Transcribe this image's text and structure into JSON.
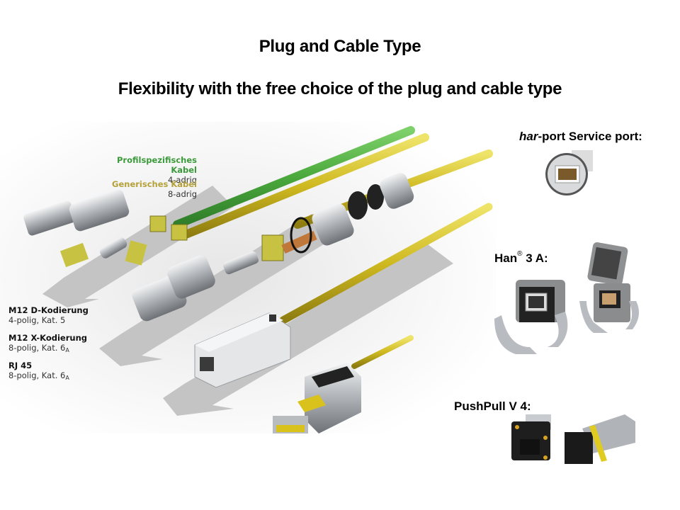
{
  "slide": {
    "title": "Plug and Cable Type",
    "subtitle": "Flexibility with the free choice of the plug and cable type"
  },
  "cable_labels": [
    {
      "name": "Profilspezifisches Kabel",
      "detail": "4-adrig",
      "color": "#3a9a3a"
    },
    {
      "name": "Generisches Kabel",
      "detail": "8-adrig",
      "color": "#b5a13a"
    }
  ],
  "connector_labels": [
    {
      "name": "M12 D-Kodierung",
      "detail": "4-polig, Kat. 5",
      "sub": ""
    },
    {
      "name": "M12 X-Kodierung",
      "detail": "8-polig, Kat. 6",
      "sub": "A"
    },
    {
      "name": "RJ 45",
      "detail": "8-polig, Kat. 6",
      "sub": "A"
    }
  ],
  "products": [
    {
      "prefix_italic": "har",
      "label": "-port Service port:"
    },
    {
      "label": "Han",
      "reg": "®",
      "suffix": " 3 A:"
    },
    {
      "label": "PushPull V 4:"
    }
  ],
  "colors": {
    "green_cable": "#5cb84a",
    "yellow_cable": "#d8c420",
    "arrow_gray": "#c8c8c8",
    "metal": "#b8bcc0"
  }
}
